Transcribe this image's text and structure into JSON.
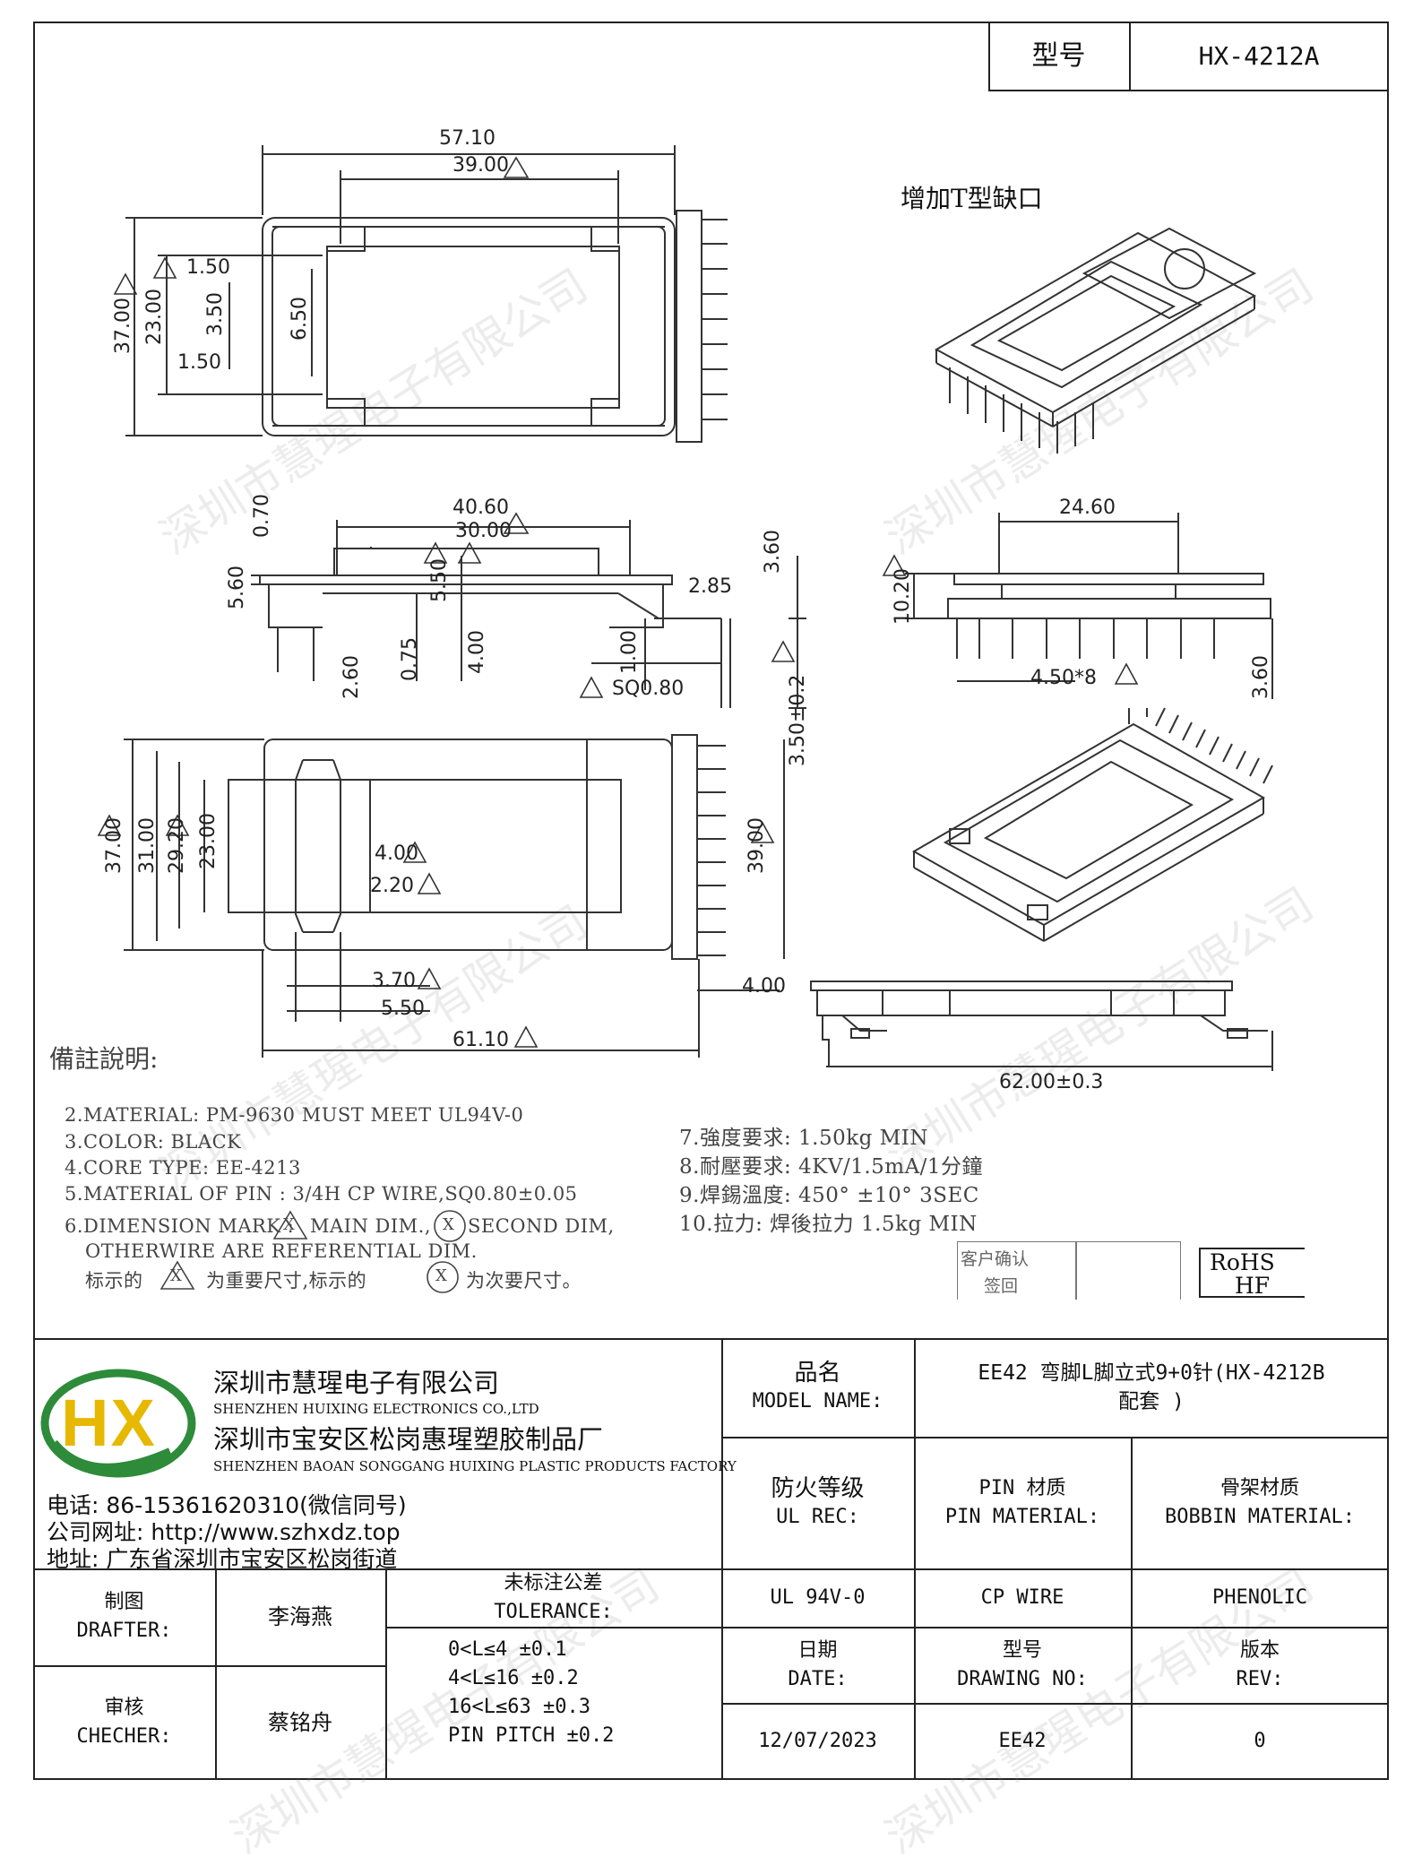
{
  "header": {
    "model_label": "型号",
    "model_value": "HX-4212A"
  },
  "drawing": {
    "top_view": {
      "annotation": "增加T型缺口",
      "dims": [
        "57.10",
        "39.00",
        "37.00",
        "23.00",
        "1.50",
        "3.50",
        "6.50",
        "1.50"
      ]
    },
    "front_view": {
      "dims": [
        "0.70",
        "40.60",
        "30.00",
        "5.60",
        "5.50",
        "3.60",
        "2.85",
        "2.60",
        "0.75",
        "4.00",
        "1.00",
        "SQ0.80",
        "3.50±0.2"
      ]
    },
    "side_view": {
      "dims": [
        "24.60",
        "10.20",
        "4.50*8",
        "3.60"
      ]
    },
    "bottom_view": {
      "dims": [
        "37.00",
        "31.00",
        "29.20",
        "23.00",
        "4.00",
        "2.20",
        "3.70",
        "5.50",
        "61.10",
        "39.00",
        "4.00"
      ]
    },
    "iso_side_view": {
      "dims": [
        "62.00±0.3"
      ]
    },
    "notes_title": "備註說明:",
    "notes_left": [
      "2.MATERIAL: PM-9630 MUST MEET UL94V-0",
      "3.COLOR:  BLACK",
      "4.CORE TYPE: EE-4213",
      "5.MATERIAL OF PIN : 3/4H CP WIRE,SQ0.80±0.05",
      "6.DIMENSION MARK :",
      "MAIN DIM.,",
      "SECOND DIM,",
      "OTHERWIRE ARE REFERENTIAL DIM.",
      "标示的",
      "为重要尺寸,标示的",
      "为次要尺寸。"
    ],
    "notes_right": [
      "7.強度要求: 1.50kg MIN",
      "8.耐壓要求: 4KV/1.5mA/1分鐘",
      "9.焊錫溫度: 450° ±10°  3SEC",
      "10.拉力: 焊後拉力 1.5kg MIN"
    ],
    "customer_confirm": [
      "客户确认",
      "签回"
    ],
    "rohs": [
      "RoHS",
      "HF"
    ],
    "mark_x": "X"
  },
  "watermark": "深圳市慧瑆电子有限公司",
  "title_block": {
    "logo_text": "HX",
    "company_cn": "深圳市慧瑆电子有限公司",
    "company_en": "SHENZHEN HUIXING ELECTRONICS CO.,LTD",
    "factory_cn": "深圳市宝安区松岗惠瑆塑胶制品厂",
    "factory_en": "SHENZHEN BAOAN SONGGANG HUIXING PLASTIC PRODUCTS FACTORY",
    "phone": "电话: 86-15361620310(微信同号)",
    "website": "公司网址: http://www.szhxdz.top",
    "address": "地址: 广东省深圳市宝安区松岗街道",
    "model_name_label": [
      "品名",
      "MODEL NAME:"
    ],
    "model_name_value": [
      "EE42 弯脚L脚立式9+0针(HX-4212B",
      "配套 )"
    ],
    "ul_label": [
      "防火等级",
      "UL REC:"
    ],
    "pin_label": [
      "PIN 材质",
      "PIN MATERIAL:"
    ],
    "bobbin_label": [
      "骨架材质",
      "BOBBIN MATERIAL:"
    ],
    "ul_value": "UL 94V-0",
    "pin_value": "CP WIRE",
    "bobbin_value": "PHENOLIC",
    "drafter_label": [
      "制图",
      "DRAFTER:"
    ],
    "drafter_value": "李海燕",
    "checker_label": [
      "审核",
      "CHECHER:"
    ],
    "checker_value": "蔡铭舟",
    "tolerance_label": [
      "未标注公差",
      "TOLERANCE:"
    ],
    "tolerance_values": [
      "0<L≤4  ±0.1",
      "4<L≤16 ±0.2",
      "16<L≤63 ±0.3",
      "PIN PITCH ±0.2"
    ],
    "date_label": [
      "日期",
      "DATE:"
    ],
    "drawing_no_label": [
      "型号",
      "DRAWING NO:"
    ],
    "rev_label": [
      "版本",
      "REV:"
    ],
    "date_value": "12/07/2023",
    "drawing_no_value": "EE42",
    "rev_value": "0"
  }
}
